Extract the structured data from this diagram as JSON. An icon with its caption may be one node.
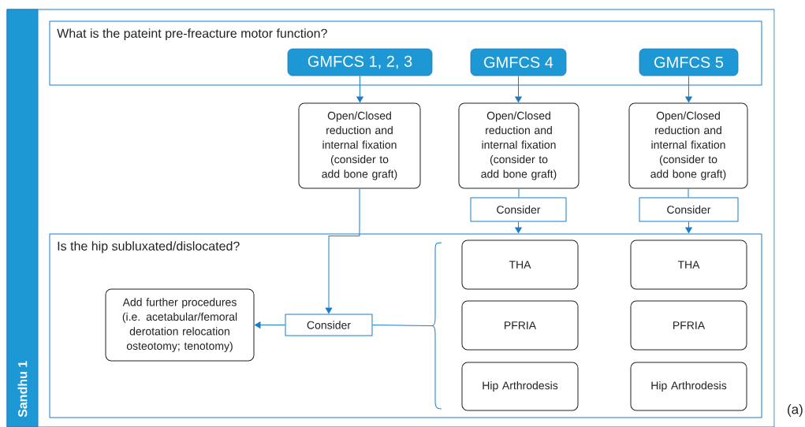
{
  "diagram": {
    "nodes": [
      {
        "text": [
          "What is the pateint pre-freacture motor function?"
        ]
      },
      {
        "text": [
          "GMFCS 1, 2, 3"
        ],
        "in": 0
      },
      {
        "text": [
          "GMFCS 4"
        ],
        "in": 0
      },
      {
        "text": [
          "GMFCS 5"
        ],
        "in": 0
      },
      {
        "text": [
          "Open/Closed reduction and internal fixation (consider to add bone graft)"
        ]
      },
      {
        "text": [
          "Open/Closed reduction and internal fixation (consider to add bone graft)"
        ]
      },
      {
        "text": [
          "Open/Closed reduction and internal fixation (consider to add bone graft)"
        ]
      },
      {
        "text": [
          "Consider"
        ]
      },
      {
        "text": [
          "Consider"
        ]
      },
      {
        "text": [
          "Is the hip subluxated/dislocated?"
        ]
      },
      {
        "text": [
          "Add further procedures (i.e. acetabular/femoral derotation relocation osteotomy; tenotomy)"
        ],
        "in": 9
      },
      {
        "text": [
          "Consider"
        ],
        "in": 9
      },
      {
        "text": [
          "THA"
        ],
        "in": 9
      },
      {
        "text": [
          "PFRIA"
        ],
        "in": 9
      },
      {
        "text": [
          "Hip Arthrodesis"
        ],
        "in": 9
      },
      {
        "text": [
          "THA"
        ],
        "in": 9
      },
      {
        "text": [
          "PFRIA"
        ],
        "in": 9
      },
      {
        "text": [
          "Hip Arthrodesis"
        ],
        "in": 9
      },
      {
        "text": [
          "Sandhu 1"
        ]
      },
      {
        "text": [],
        "shape": "bracket",
        "in": 9
      }
    ],
    "edges": [
      {
        "from": 1,
        "to": 4,
        "arrow": "to"
      },
      {
        "from": 2,
        "to": 5,
        "arrow": "to"
      },
      {
        "from": 3,
        "to": 6,
        "arrow": "to"
      },
      {
        "from": 5,
        "to": 7,
        "arrow": "none"
      },
      {
        "from": 6,
        "to": 8,
        "arrow": "none"
      },
      {
        "from": 7,
        "to": 9,
        "arrow": "to"
      },
      {
        "from": 8,
        "to": 9,
        "arrow": "to"
      },
      {
        "from": 4,
        "to": 11,
        "arrow": "to"
      },
      {
        "from": 11,
        "to": 10,
        "arrow": "to"
      },
      {
        "from": 11,
        "to": 19,
        "arrow": "none"
      }
    ],
    "labels": [
      "(a)"
    ]
  }
}
